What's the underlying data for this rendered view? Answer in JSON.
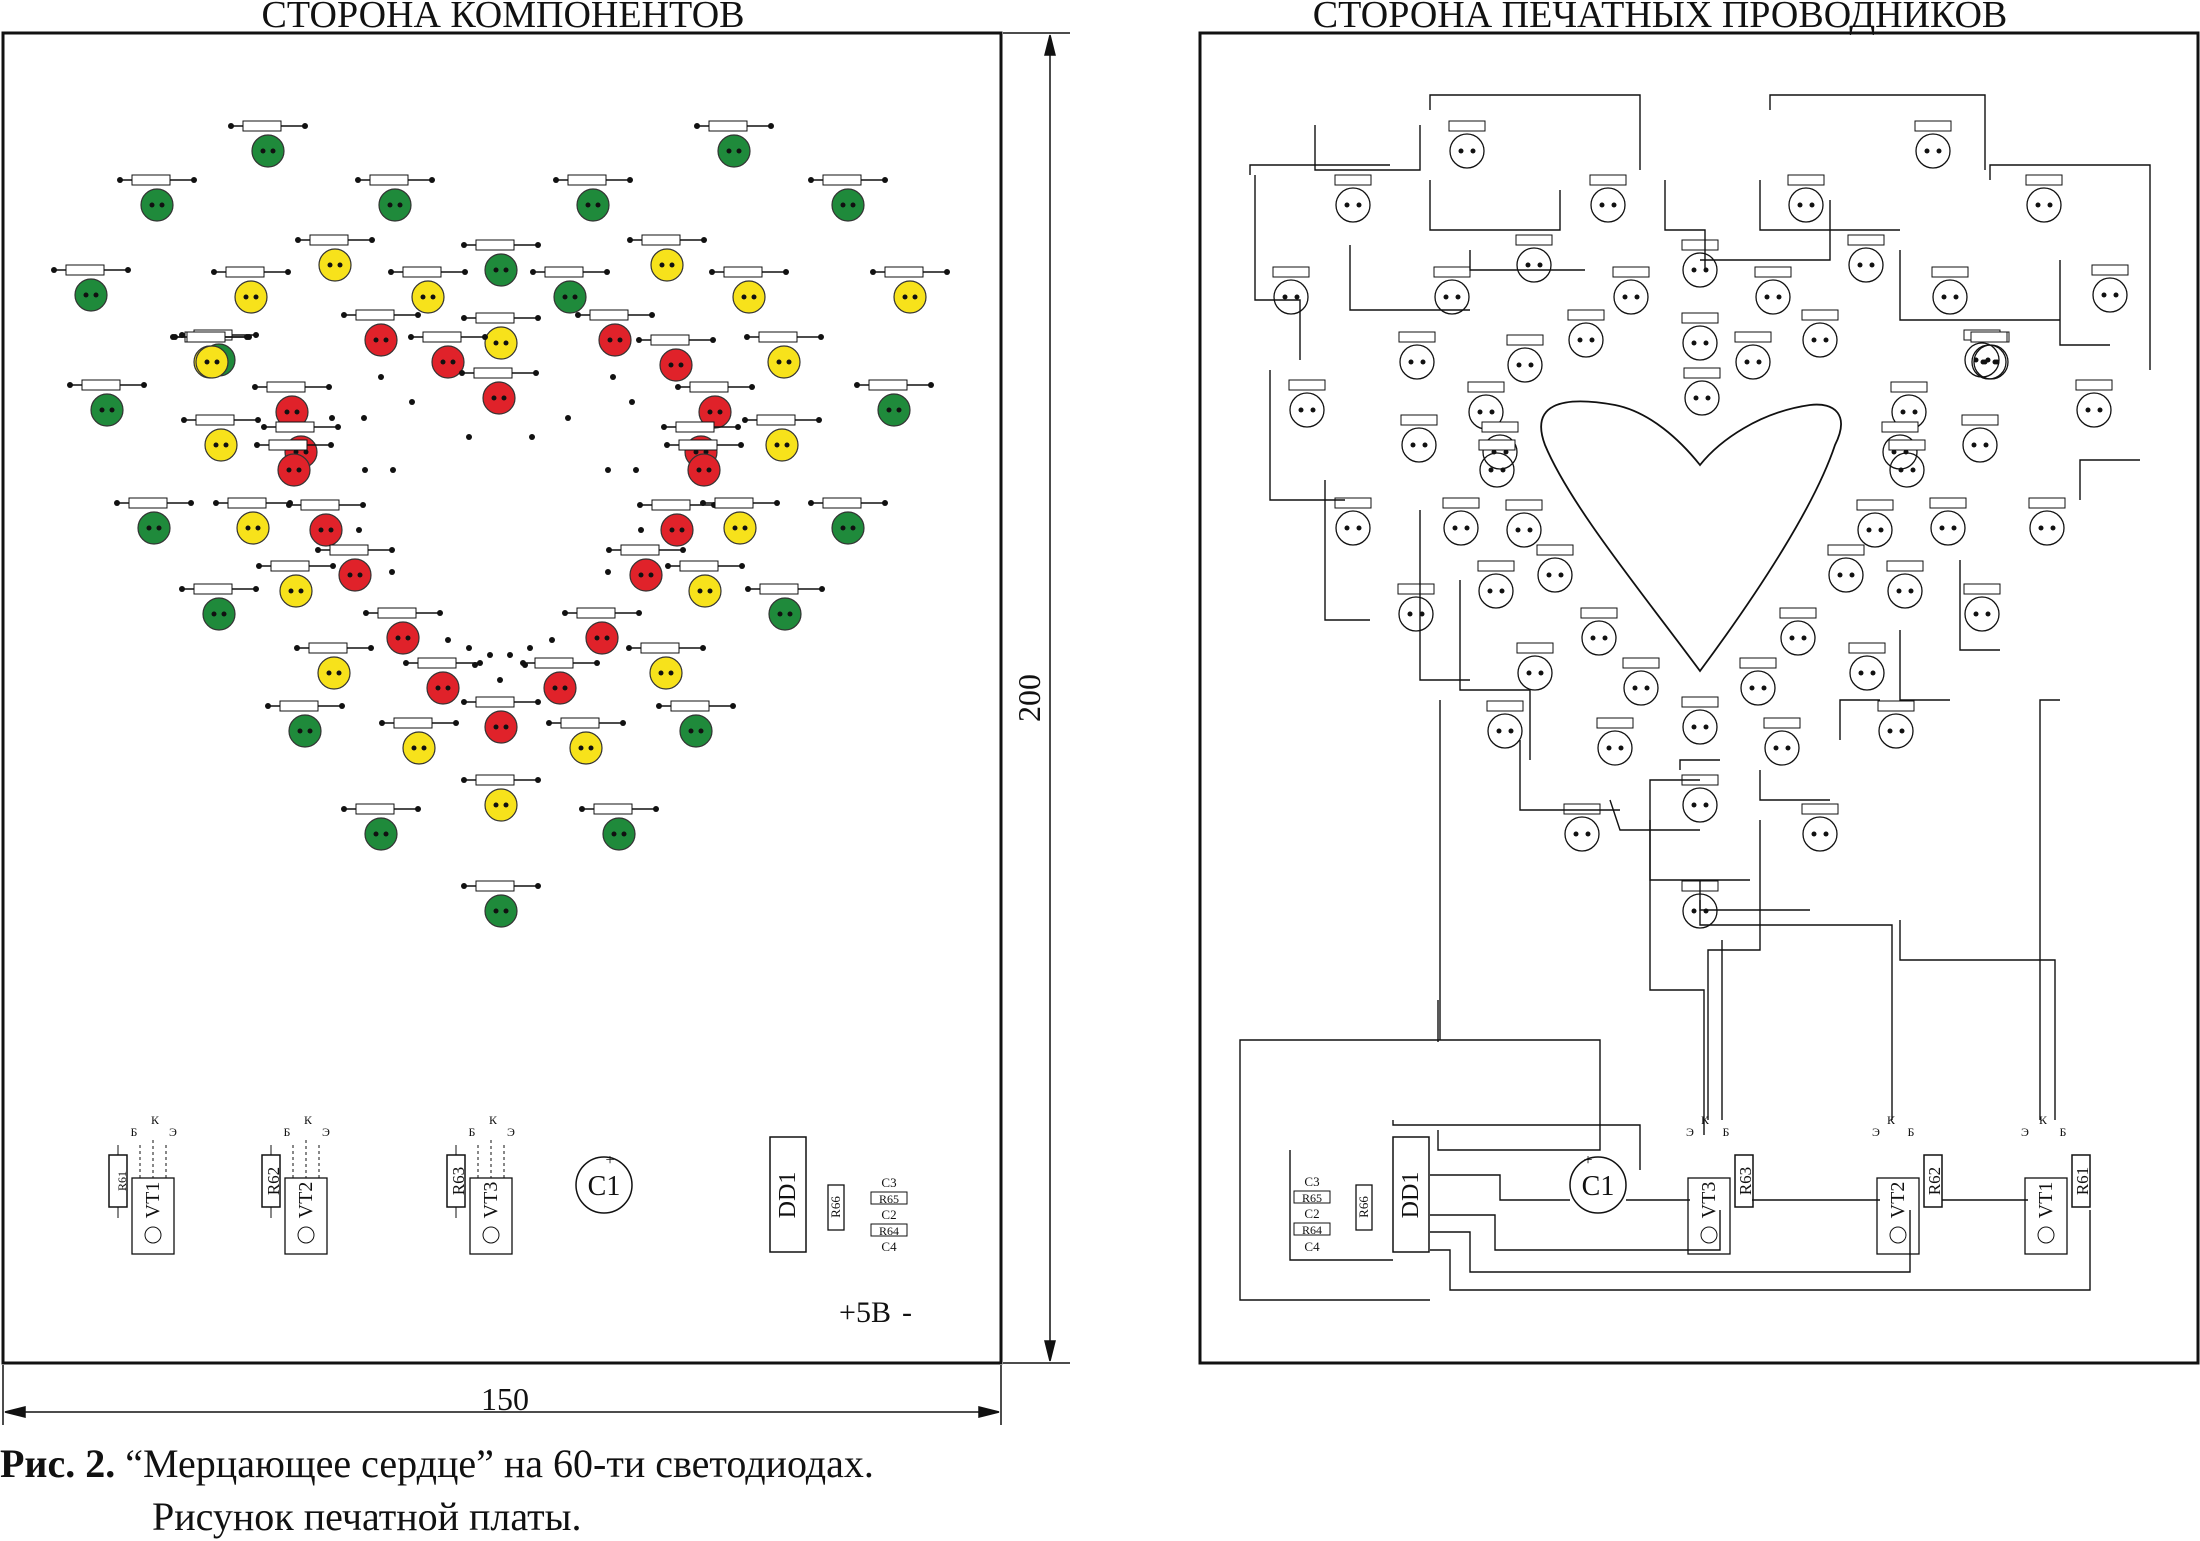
{
  "titles": {
    "components": "СТОРОНА КОМПОНЕНТОВ",
    "traces": "СТОРОНА ПЕЧАТНЫХ ПРОВОДНИКОВ"
  },
  "dimensions": {
    "width": "150",
    "height": "200"
  },
  "caption": {
    "prefix": "Рис. 2.",
    "line1": " “Мерцающее сердце” на 60-ти светодиодах.",
    "line2": "Рисунок печатной платы."
  },
  "colors": {
    "green": "#1f8a3b",
    "yellow": "#f7e21b",
    "red": "#e0222a",
    "line": "#111111"
  },
  "components_side": {
    "transistors": [
      {
        "resistor": "R61",
        "transistor": "VT1",
        "pin_b": "Б",
        "pin_k": "К",
        "pin_e": "Э"
      },
      {
        "resistor": "R62",
        "transistor": "VT2",
        "pin_b": "Б",
        "pin_k": "К",
        "pin_e": "Э"
      },
      {
        "resistor": "R63",
        "transistor": "VT3",
        "pin_b": "Б",
        "pin_k": "К",
        "pin_e": "Э"
      }
    ],
    "capacitor": {
      "label": "C1",
      "plus": "+"
    },
    "chip": "DD1",
    "r66": "R66",
    "smd": {
      "c3": "C3",
      "r65": "R65",
      "c2": "C2",
      "r64": "R64",
      "c4": "C4"
    },
    "power": {
      "label": "+5В",
      "minus": "-"
    }
  },
  "traces_side": {
    "chip": "DD1",
    "r66": "R66",
    "smd": {
      "c3": "C3",
      "r65": "R65",
      "c2": "C2",
      "r64": "R64",
      "c4": "C4"
    },
    "capacitor": {
      "label": "C1",
      "plus": "+"
    },
    "transistors": [
      {
        "resistor": "R63",
        "transistor": "VT3",
        "pin_e": "Э",
        "pin_k": "К",
        "pin_b": "Б"
      },
      {
        "resistor": "R62",
        "transistor": "VT2",
        "pin_e": "Э",
        "pin_k": "К",
        "pin_b": "Б"
      },
      {
        "resistor": "R61",
        "transistor": "VT1",
        "pin_e": "Э",
        "pin_k": "К",
        "pin_b": "Б"
      }
    ]
  },
  "leds": [
    {
      "color": "green"
    },
    {
      "color": "green"
    },
    {
      "color": "green"
    },
    {
      "color": "green"
    },
    {
      "color": "green"
    },
    {
      "color": "green"
    },
    {
      "color": "yellow"
    },
    {
      "color": "green"
    },
    {
      "color": "yellow"
    },
    {
      "color": "green"
    },
    {
      "color": "yellow"
    },
    {
      "color": "yellow"
    },
    {
      "color": "green"
    },
    {
      "color": "yellow"
    },
    {
      "color": "yellow"
    },
    {
      "color": "yellow"
    },
    {
      "color": "green"
    },
    {
      "color": "red"
    },
    {
      "color": "yellow"
    },
    {
      "color": "red"
    },
    {
      "color": "yellow"
    },
    {
      "color": "red"
    },
    {
      "color": "red"
    },
    {
      "color": "red"
    },
    {
      "color": "yellow"
    },
    {
      "color": "green"
    },
    {
      "color": "red"
    },
    {
      "color": "red"
    },
    {
      "color": "green"
    },
    {
      "color": "yellow"
    },
    {
      "color": "red"
    },
    {
      "color": "red"
    },
    {
      "color": "yellow"
    },
    {
      "color": "red"
    },
    {
      "color": "red"
    },
    {
      "color": "green"
    },
    {
      "color": "yellow"
    },
    {
      "color": "red"
    },
    {
      "color": "red"
    },
    {
      "color": "yellow"
    },
    {
      "color": "green"
    },
    {
      "color": "yellow"
    },
    {
      "color": "red"
    },
    {
      "color": "red"
    },
    {
      "color": "yellow"
    },
    {
      "color": "green"
    },
    {
      "color": "red"
    },
    {
      "color": "red"
    },
    {
      "color": "green"
    },
    {
      "color": "yellow"
    },
    {
      "color": "red"
    },
    {
      "color": "red"
    },
    {
      "color": "yellow"
    },
    {
      "color": "green"
    },
    {
      "color": "yellow"
    },
    {
      "color": "red"
    },
    {
      "color": "yellow"
    },
    {
      "color": "green"
    },
    {
      "color": "yellow"
    },
    {
      "color": "green"
    },
    {
      "color": "green"
    },
    {
      "color": "green"
    }
  ]
}
